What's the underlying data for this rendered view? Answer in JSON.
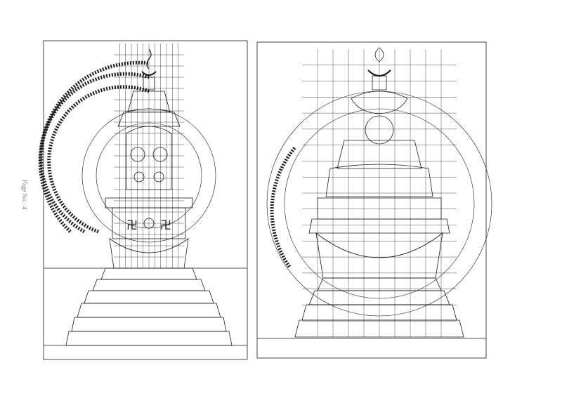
{
  "page": {
    "label": "Page No.: 4"
  },
  "plates": [
    {
      "name": "left-stupa-plate",
      "subject": "stupa-drawing"
    },
    {
      "name": "right-stupa-plate",
      "subject": "stupa-drawing"
    }
  ],
  "colors": {
    "ink": "#1a1a1a",
    "paper": "#ffffff"
  }
}
